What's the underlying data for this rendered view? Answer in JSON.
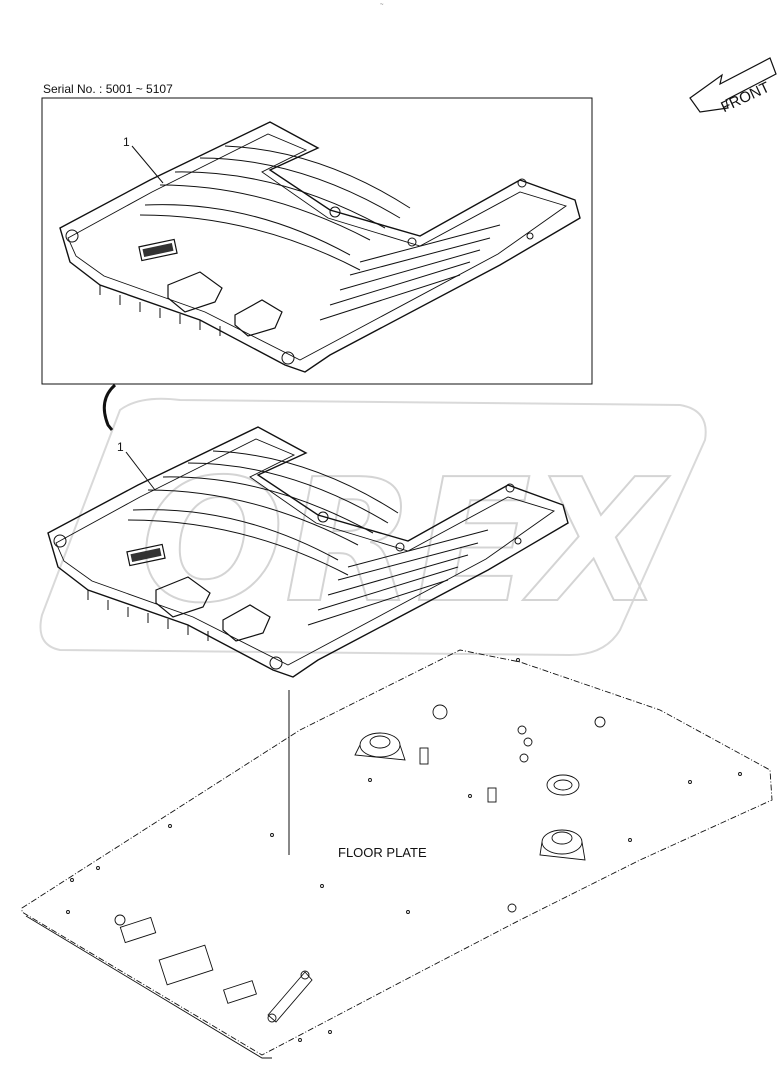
{
  "header": {
    "page_mark": "~"
  },
  "inset": {
    "serial_label": "Serial No. : 5001 ~ 5107",
    "callout": "1"
  },
  "main": {
    "callout": "1",
    "floor_label": "FLOOR PLATE"
  },
  "direction": {
    "label": "FRONT",
    "icon": "front-arrow-icon"
  },
  "watermark": {
    "text": "OREX",
    "color": "#e3e3e3"
  }
}
